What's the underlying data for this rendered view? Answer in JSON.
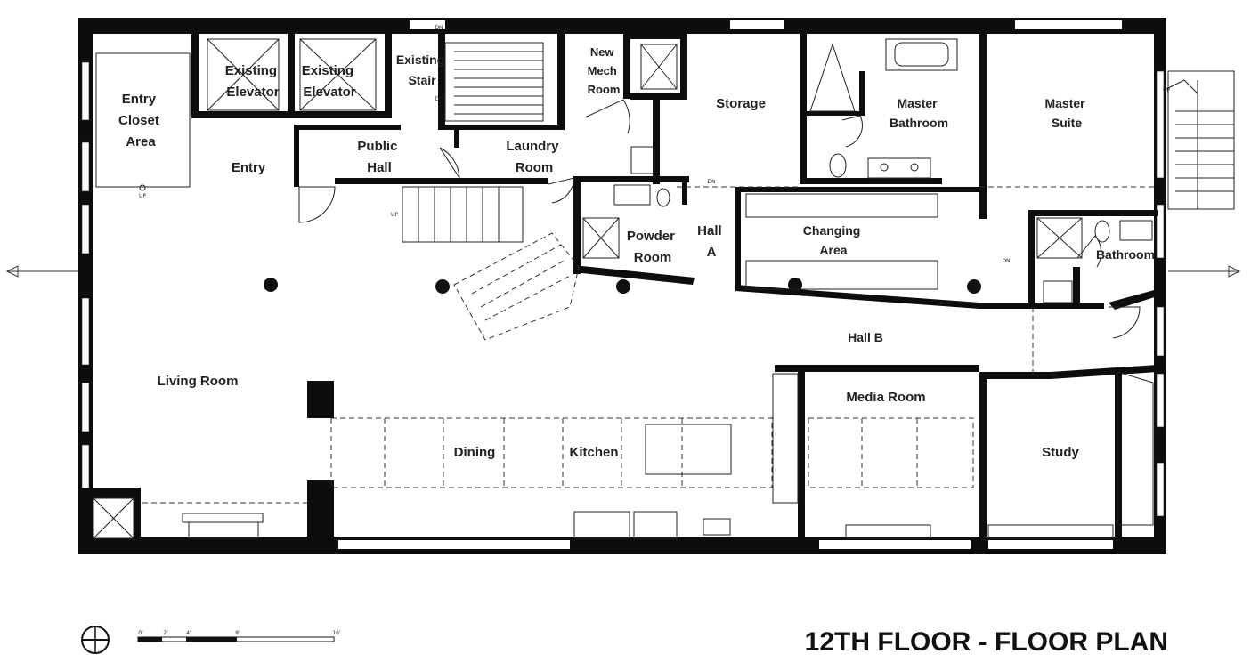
{
  "title": "12TH FLOOR - FLOOR PLAN",
  "rooms": {
    "entry_closet_area": [
      "Entry",
      "Closet",
      "Area"
    ],
    "existing_elevator_1": [
      "Existing",
      "Elevator"
    ],
    "existing_elevator_2": [
      "Existing",
      "Elevator"
    ],
    "existing_stair": [
      "Existing",
      "Stair"
    ],
    "new_mech_room": [
      "New",
      "Mech",
      "Room"
    ],
    "storage": [
      "Storage"
    ],
    "master_bathroom": [
      "Master",
      "Bathroom"
    ],
    "master_suite": [
      "Master",
      "Suite"
    ],
    "entry": [
      "Entry"
    ],
    "public_hall": [
      "Public",
      "Hall"
    ],
    "laundry_room": [
      "Laundry",
      "Room"
    ],
    "powder_room": [
      "Powder",
      "Room"
    ],
    "hall_a": [
      "Hall",
      "A"
    ],
    "changing_area": [
      "Changing",
      "Area"
    ],
    "bathroom": [
      "Bathroom"
    ],
    "hall_b": [
      "Hall B"
    ],
    "living_room": [
      "Living Room"
    ],
    "media_room": [
      "Media Room"
    ],
    "dining": [
      "Dining"
    ],
    "kitchen": [
      "Kitchen"
    ],
    "study": [
      "Study"
    ]
  },
  "stair_marks": [
    "UP",
    "DN",
    "UP",
    "DN",
    "DN",
    "DN",
    "UP"
  ],
  "scale_bar": [
    "0'",
    "2'",
    "4'",
    "8'",
    "16'"
  ],
  "icons": [
    "north-arrow-icon",
    "section-marker-icon"
  ]
}
